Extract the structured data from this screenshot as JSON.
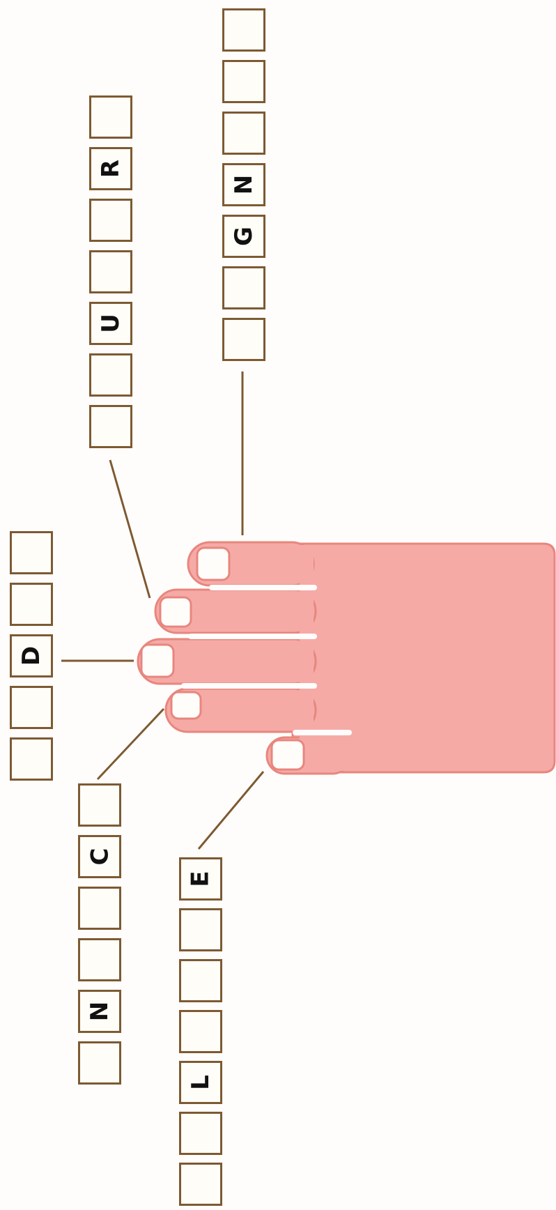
{
  "colors": {
    "hand_fill": "#f5aaa6",
    "hand_outline": "#e8867e",
    "nail_fill": "#fffdfa",
    "line": "#7d5a32",
    "box_border": "#7d5a32",
    "background": "#fffdfb"
  },
  "icons": {
    "hand": "hand-icon"
  },
  "words": {
    "top_right": {
      "boxes": [
        "",
        "",
        "",
        "N",
        "G",
        "",
        ""
      ]
    },
    "top_middle": {
      "boxes": [
        "",
        "R",
        "",
        "",
        "U",
        "",
        ""
      ]
    },
    "left": {
      "boxes": [
        "",
        "",
        "D",
        "",
        ""
      ]
    },
    "bottom_left": {
      "boxes": [
        "",
        "C",
        "",
        "",
        "N",
        ""
      ]
    },
    "bottom_right": {
      "boxes": [
        "E",
        "",
        "",
        "",
        "L",
        "",
        ""
      ]
    }
  }
}
